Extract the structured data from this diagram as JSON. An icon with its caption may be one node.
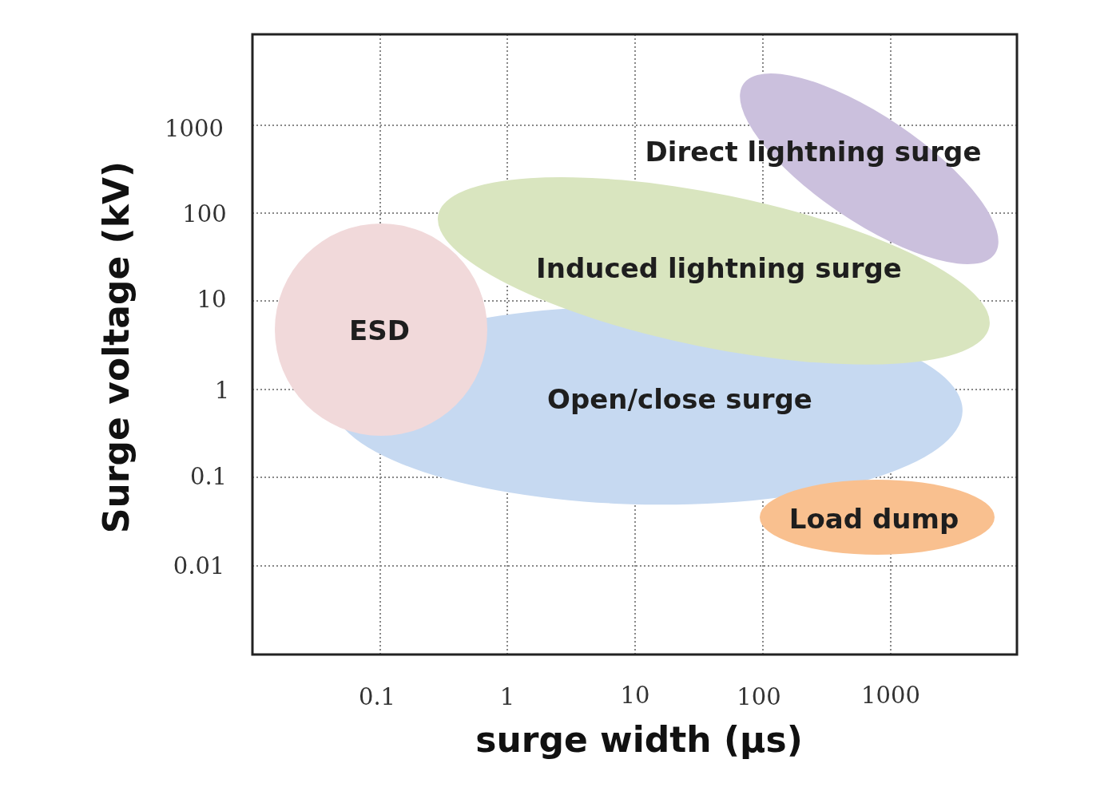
{
  "diagram": {
    "nodes": [
      {
        "text": [
          "Direct lightning surge"
        ]
      },
      {
        "text": [
          "Induced lightning surge"
        ]
      },
      {
        "text": [
          "Open/close surge"
        ]
      },
      {
        "text": [
          "ESD"
        ]
      },
      {
        "text": [
          "Load dump"
        ]
      }
    ],
    "labels": [
      "Surge voltage (kV)",
      "1000",
      "100",
      "10",
      "1",
      "0.1",
      "0.01",
      "0.1",
      "1",
      "10",
      "100",
      "1000",
      "surge width (μs)"
    ]
  }
}
